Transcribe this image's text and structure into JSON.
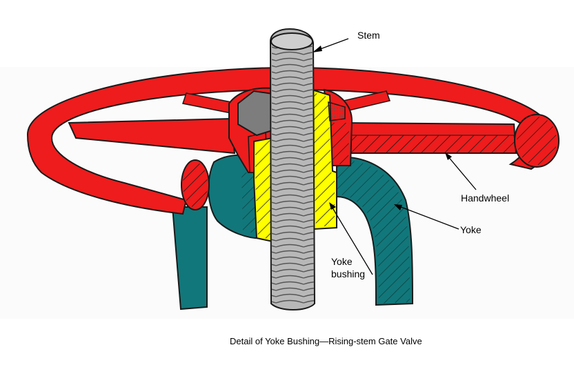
{
  "labels": {
    "stem": "Stem",
    "handwheel": "Handwheel",
    "yoke": "Yoke",
    "yoke_bushing_line1": "Yoke",
    "yoke_bushing_line2": "bushing"
  },
  "caption": "Detail of Yoke Bushing—Rising-stem Gate Valve",
  "colors": {
    "handwheel": "#ee1c1c",
    "yoke": "#12777a",
    "bushing": "#ffff00",
    "stem": "#b8b8b8",
    "nut": "#7d7d7d",
    "outline": "#1a1a1a"
  }
}
